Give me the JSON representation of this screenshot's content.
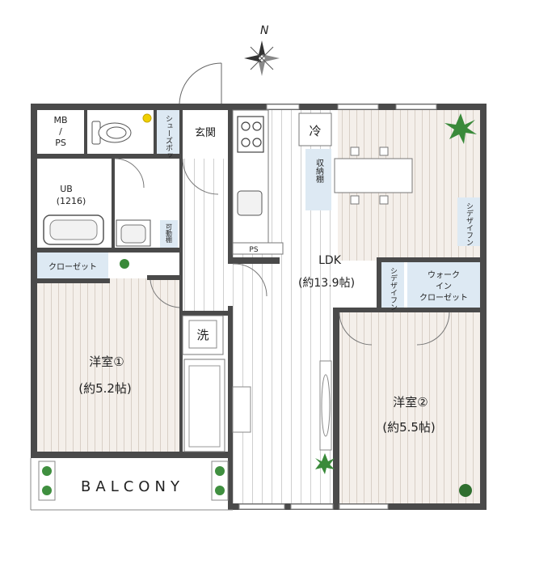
{
  "compass": {
    "north": "N"
  },
  "rooms": {
    "mbps_top": "MB",
    "mbps_slash": "/",
    "mbps_bottom": "PS",
    "ub": "UB",
    "ub_size": "(1216)",
    "closet_1": "クローゼット",
    "shoes_box": "シューズボックス",
    "entrance": "玄関",
    "fridge": "冷",
    "storage": "収納棚",
    "movable_shelf": "可動棚",
    "ps_kitchen": "PS",
    "designer_fan_top": "シデザイフン",
    "designer_fan_mid": "シデザイフン",
    "walk_in_1": "ウォーク",
    "walk_in_2": "イン",
    "walk_in_3": "クローゼット",
    "ldk": "LDK",
    "ldk_size": "(約13.9帖)",
    "wash": "洗",
    "room1": "洋室①",
    "room1_size": "(約5.2帖)",
    "room2": "洋室②",
    "room2_size": "(約5.5帖)",
    "balcony": "BALCONY"
  },
  "colors": {
    "wall": "#4a4a4a",
    "floor": "#f3eee9",
    "floor_line": "#d8d0c8",
    "label_box": "#dde9f3",
    "wet_area": "#ffffff"
  }
}
